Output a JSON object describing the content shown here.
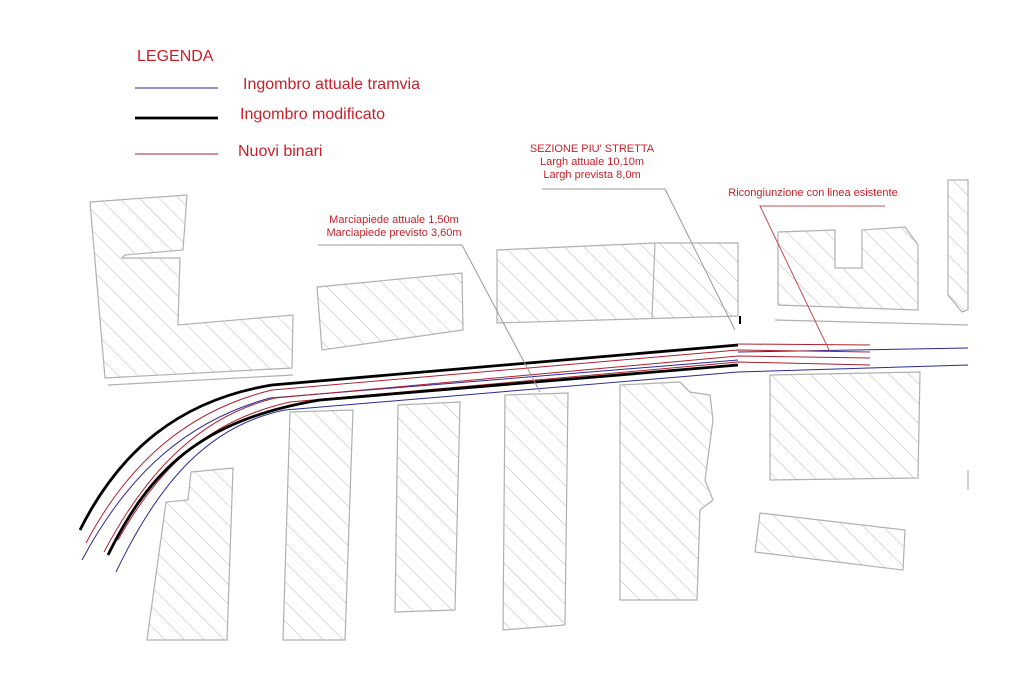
{
  "legend": {
    "title": "LEGENDA",
    "items": [
      {
        "label": "Ingombro attuale tramvia",
        "color": "#2a2a9a"
      },
      {
        "label": "Ingombro modificato",
        "color": "#000000"
      },
      {
        "label": "Nuovi binari",
        "color": "#b02030"
      }
    ]
  },
  "annotations": {
    "sezione": {
      "title": "SEZIONE PIU' STRETTA",
      "line1": "Largh attuale  10,10m",
      "line2": "Largh prevista 8,0m"
    },
    "marciapiede": {
      "line1": "Marciapiede attuale  1,50m",
      "line2": "Marciapiede previsto 3,60m"
    },
    "ricongiunzione": {
      "line1": "Ricongiunzione con linea esistente"
    }
  },
  "colors": {
    "text": "#c8202a",
    "building": "#b0b0b0",
    "existing": "#2a2a9a",
    "modified": "#000000",
    "tracks": "#b02030"
  }
}
